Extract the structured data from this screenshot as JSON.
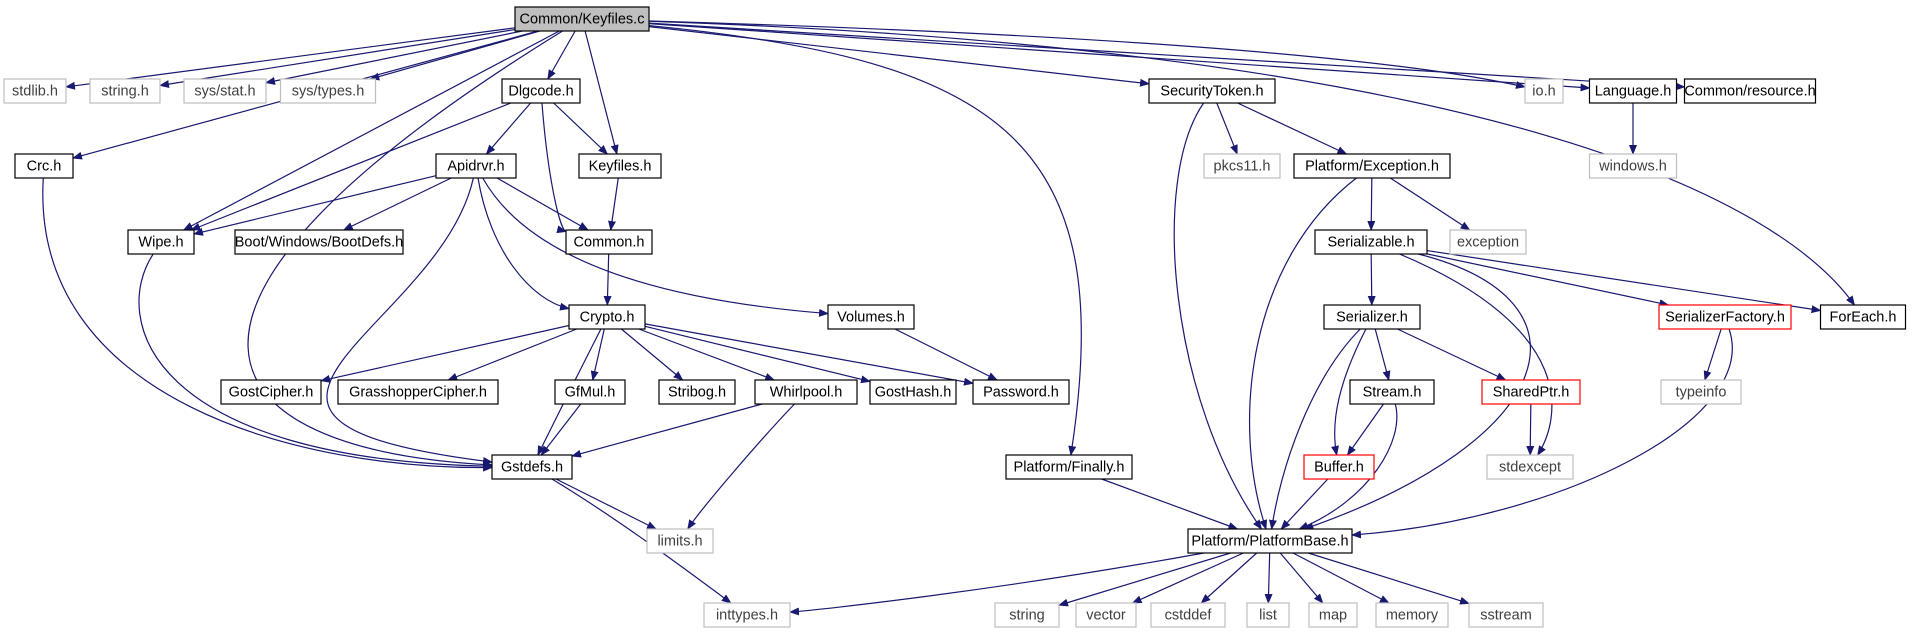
{
  "colors": {
    "edge": "#191970",
    "root_fill": "#bfbfbf",
    "documented_border": "#000000",
    "undocumented_border": "#bfbfbf",
    "truncated_border": "#ff0000",
    "text": "#000000",
    "undocumented_text": "#404040"
  },
  "nodes": [
    {
      "id": "keyfiles_c",
      "label": "Common/Keyfiles.c",
      "style": "root"
    },
    {
      "id": "stdlib",
      "label": "stdlib.h",
      "style": "gray"
    },
    {
      "id": "string_h",
      "label": "string.h",
      "style": "gray"
    },
    {
      "id": "sys_stat",
      "label": "sys/stat.h",
      "style": "gray"
    },
    {
      "id": "sys_types",
      "label": "sys/types.h",
      "style": "gray"
    },
    {
      "id": "dlgcode",
      "label": "Dlgcode.h",
      "style": "black"
    },
    {
      "id": "securitytoken",
      "label": "SecurityToken.h",
      "style": "black"
    },
    {
      "id": "io",
      "label": "io.h",
      "style": "gray"
    },
    {
      "id": "language",
      "label": "Language.h",
      "style": "black"
    },
    {
      "id": "resource",
      "label": "Common/resource.h",
      "style": "black"
    },
    {
      "id": "crc",
      "label": "Crc.h",
      "style": "black"
    },
    {
      "id": "apidrvr",
      "label": "Apidrvr.h",
      "style": "black"
    },
    {
      "id": "keyfiles_h",
      "label": "Keyfiles.h",
      "style": "black"
    },
    {
      "id": "pkcs11",
      "label": "pkcs11.h",
      "style": "gray"
    },
    {
      "id": "pexception",
      "label": "Platform/Exception.h",
      "style": "black"
    },
    {
      "id": "windows",
      "label": "windows.h",
      "style": "gray"
    },
    {
      "id": "wipe",
      "label": "Wipe.h",
      "style": "black"
    },
    {
      "id": "bootdefs",
      "label": "Boot/Windows/BootDefs.h",
      "style": "black"
    },
    {
      "id": "common_h",
      "label": "Common.h",
      "style": "black"
    },
    {
      "id": "serializable",
      "label": "Serializable.h",
      "style": "black"
    },
    {
      "id": "exception",
      "label": "exception",
      "style": "gray"
    },
    {
      "id": "crypto",
      "label": "Crypto.h",
      "style": "black"
    },
    {
      "id": "volumes",
      "label": "Volumes.h",
      "style": "black"
    },
    {
      "id": "serializer",
      "label": "Serializer.h",
      "style": "black"
    },
    {
      "id": "serializerfactory",
      "label": "SerializerFactory.h",
      "style": "red"
    },
    {
      "id": "foreach",
      "label": "ForEach.h",
      "style": "black"
    },
    {
      "id": "gostcipher",
      "label": "GostCipher.h",
      "style": "black"
    },
    {
      "id": "grasshopper",
      "label": "GrasshopperCipher.h",
      "style": "black"
    },
    {
      "id": "gfmul",
      "label": "GfMul.h",
      "style": "black"
    },
    {
      "id": "stribog",
      "label": "Stribog.h",
      "style": "black"
    },
    {
      "id": "whirlpool",
      "label": "Whirlpool.h",
      "style": "black"
    },
    {
      "id": "gosthash",
      "label": "GostHash.h",
      "style": "black"
    },
    {
      "id": "password",
      "label": "Password.h",
      "style": "black"
    },
    {
      "id": "stream",
      "label": "Stream.h",
      "style": "black"
    },
    {
      "id": "sharedptr",
      "label": "SharedPtr.h",
      "style": "red"
    },
    {
      "id": "typeinfo",
      "label": "typeinfo",
      "style": "gray"
    },
    {
      "id": "gstdefs",
      "label": "Gstdefs.h",
      "style": "black"
    },
    {
      "id": "pfinally",
      "label": "Platform/Finally.h",
      "style": "black"
    },
    {
      "id": "buffer",
      "label": "Buffer.h",
      "style": "red"
    },
    {
      "id": "stdexcept",
      "label": "stdexcept",
      "style": "gray"
    },
    {
      "id": "limits",
      "label": "limits.h",
      "style": "gray"
    },
    {
      "id": "pbase",
      "label": "Platform/PlatformBase.h",
      "style": "black"
    },
    {
      "id": "inttypes",
      "label": "inttypes.h",
      "style": "gray"
    },
    {
      "id": "string",
      "label": "string",
      "style": "gray"
    },
    {
      "id": "vector",
      "label": "vector",
      "style": "gray"
    },
    {
      "id": "cstddef",
      "label": "cstddef",
      "style": "gray"
    },
    {
      "id": "list",
      "label": "list",
      "style": "gray"
    },
    {
      "id": "map",
      "label": "map",
      "style": "gray"
    },
    {
      "id": "memory",
      "label": "memory",
      "style": "gray"
    },
    {
      "id": "sstream",
      "label": "sstream",
      "style": "gray"
    }
  ],
  "edges": [
    [
      "keyfiles_c",
      "stdlib"
    ],
    [
      "keyfiles_c",
      "string_h"
    ],
    [
      "keyfiles_c",
      "sys_stat"
    ],
    [
      "keyfiles_c",
      "sys_types"
    ],
    [
      "keyfiles_c",
      "crc"
    ],
    [
      "keyfiles_c",
      "gstdefs"
    ],
    [
      "keyfiles_c",
      "dlgcode"
    ],
    [
      "keyfiles_c",
      "keyfiles_h"
    ],
    [
      "keyfiles_c",
      "wipe"
    ],
    [
      "keyfiles_c",
      "pfinally"
    ],
    [
      "keyfiles_c",
      "securitytoken"
    ],
    [
      "keyfiles_c",
      "io"
    ],
    [
      "keyfiles_c",
      "language"
    ],
    [
      "keyfiles_c",
      "resource"
    ],
    [
      "keyfiles_c",
      "foreach"
    ],
    [
      "crc",
      "gstdefs"
    ],
    [
      "dlgcode",
      "apidrvr"
    ],
    [
      "dlgcode",
      "keyfiles_h"
    ],
    [
      "dlgcode",
      "common_h"
    ],
    [
      "dlgcode",
      "wipe"
    ],
    [
      "apidrvr",
      "wipe"
    ],
    [
      "apidrvr",
      "bootdefs"
    ],
    [
      "apidrvr",
      "common_h"
    ],
    [
      "apidrvr",
      "crypto"
    ],
    [
      "apidrvr",
      "volumes"
    ],
    [
      "apidrvr",
      "gstdefs"
    ],
    [
      "keyfiles_h",
      "common_h"
    ],
    [
      "common_h",
      "crypto"
    ],
    [
      "wipe",
      "gstdefs"
    ],
    [
      "crypto",
      "gostcipher"
    ],
    [
      "crypto",
      "grasshopper"
    ],
    [
      "crypto",
      "gfmul"
    ],
    [
      "crypto",
      "stribog"
    ],
    [
      "crypto",
      "whirlpool"
    ],
    [
      "crypto",
      "gosthash"
    ],
    [
      "crypto",
      "password"
    ],
    [
      "crypto",
      "gstdefs"
    ],
    [
      "volumes",
      "password"
    ],
    [
      "gfmul",
      "gstdefs"
    ],
    [
      "whirlpool",
      "gstdefs"
    ],
    [
      "whirlpool",
      "limits"
    ],
    [
      "gstdefs",
      "limits"
    ],
    [
      "gstdefs",
      "inttypes"
    ],
    [
      "securitytoken",
      "pkcs11"
    ],
    [
      "securitytoken",
      "pexception"
    ],
    [
      "securitytoken",
      "pbase"
    ],
    [
      "pexception",
      "serializable"
    ],
    [
      "pexception",
      "exception"
    ],
    [
      "pexception",
      "pbase"
    ],
    [
      "serializable",
      "serializer"
    ],
    [
      "serializable",
      "serializerfactory"
    ],
    [
      "serializable",
      "foreach"
    ],
    [
      "serializable",
      "stdexcept"
    ],
    [
      "serializable",
      "pbase"
    ],
    [
      "serializer",
      "stream"
    ],
    [
      "serializer",
      "sharedptr"
    ],
    [
      "serializer",
      "buffer"
    ],
    [
      "serializer",
      "pbase"
    ],
    [
      "stream",
      "buffer"
    ],
    [
      "stream",
      "pbase"
    ],
    [
      "sharedptr",
      "stdexcept"
    ],
    [
      "buffer",
      "pbase"
    ],
    [
      "serializerfactory",
      "typeinfo"
    ],
    [
      "serializerfactory",
      "pbase"
    ],
    [
      "language",
      "windows"
    ],
    [
      "pfinally",
      "pbase"
    ],
    [
      "pbase",
      "inttypes"
    ],
    [
      "pbase",
      "string"
    ],
    [
      "pbase",
      "vector"
    ],
    [
      "pbase",
      "cstddef"
    ],
    [
      "pbase",
      "list"
    ],
    [
      "pbase",
      "map"
    ],
    [
      "pbase",
      "memory"
    ],
    [
      "pbase",
      "sstream"
    ]
  ]
}
